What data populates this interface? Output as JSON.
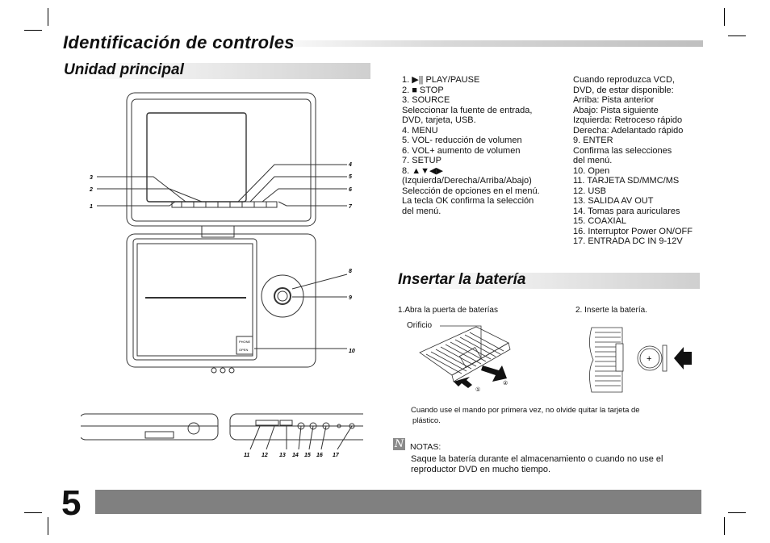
{
  "page": {
    "title": "Identificación de controles",
    "page_number": "5"
  },
  "main_unit": {
    "title": "Unidad principal",
    "callouts_top": [
      "3",
      "2",
      "1",
      "4",
      "5",
      "6",
      "7"
    ],
    "callouts_mid": [
      "8",
      "9",
      "10"
    ],
    "callouts_bottom": [
      "11",
      "12",
      "13",
      "14",
      "15",
      "16",
      "17"
    ],
    "device_labels": [
      "PHONE",
      "OPEN"
    ]
  },
  "controls": {
    "col1": [
      "1.  ▶|| PLAY/PAUSE",
      "2.  ■  STOP",
      "3. SOURCE",
      "Seleccionar la fuente de entrada,",
      "DVD, tarjeta, USB.",
      "4. MENU",
      "5. VOL- reducción de volumen",
      "6. VOL+ aumento de volumen",
      "7. SETUP",
      "8. ▲▼◀▶",
      "(Izquierda/Derecha/Arriba/Abajo)",
      "Selección de opciones en el menú.",
      "La tecla OK confirma la selección",
      "del menú."
    ],
    "col2": [
      "Cuando reproduzca VCD,",
      "DVD, de estar disponible:",
      "Arriba: Pista anterior",
      "Abajo: Pista siguiente",
      "Izquierda: Retroceso rápido",
      "Derecha: Adelantado rápido",
      "9. ENTER",
      "Confirma las selecciones",
      "del menú.",
      "10. Open",
      "11. TARJETA SD/MMC/MS",
      "12. USB",
      "13. SALIDA AV OUT",
      "14. Tomas para auriculares",
      "15. COAXIAL",
      "16. Interruptor Power ON/OFF",
      "17. ENTRADA DC IN 9-12V"
    ]
  },
  "battery": {
    "title": "Insertar la batería",
    "step1": "1.Abra la puerta de baterías",
    "step2": "2. Inserte la batería.",
    "hole_label": "Orificio",
    "mark1": "①",
    "mark2": "②",
    "plus": "+",
    "remote_note_line1": "Cuando use el mando por primera vez, no olvide quitar la tarjeta de",
    "remote_note_line2": "plástico.",
    "notes_label": "NOTAS:",
    "notes_icon": "N",
    "notes_line1": "Saque la batería durante el almacenamiento o cuando no use el",
    "notes_line2": "reproductor DVD en mucho tiempo."
  }
}
